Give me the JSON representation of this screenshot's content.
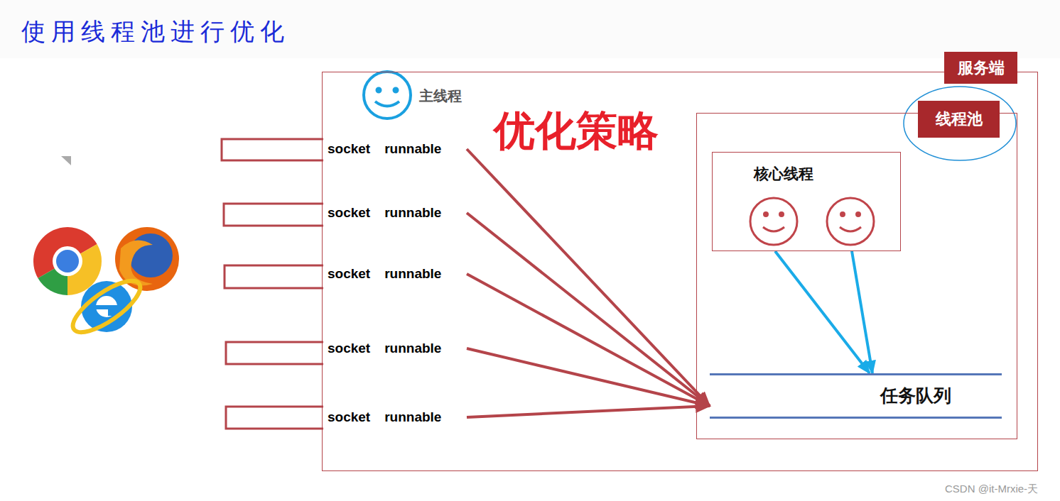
{
  "diagram": {
    "title": "使用线程池进行优化",
    "nodes": [
      {
        "text": [
          "服务端"
        ]
      },
      {
        "text": [
          "线程池"
        ],
        "in": 0
      },
      {
        "text": [
          "核心线程"
        ],
        "in": 1
      },
      {
        "text": [
          "任务队列"
        ],
        "in": 1
      },
      {
        "text": [
          "socket",
          "runnable"
        ],
        "in": 0
      },
      {
        "text": [
          "socket",
          "runnable"
        ],
        "in": 0
      },
      {
        "text": [
          "socket",
          "runnable"
        ],
        "in": 0
      },
      {
        "text": [
          "socket",
          "runnable"
        ],
        "in": 0
      },
      {
        "text": [
          "socket",
          "runnable"
        ],
        "in": 0
      }
    ],
    "edges": [
      {
        "from": 4,
        "to": 3,
        "arrow": "to"
      },
      {
        "from": 5,
        "to": 3,
        "arrow": "to"
      },
      {
        "from": 6,
        "to": 3,
        "arrow": "to"
      },
      {
        "from": 7,
        "to": 3,
        "arrow": "to"
      },
      {
        "from": 8,
        "to": 3,
        "arrow": "to"
      },
      {
        "from": 2,
        "to": 3,
        "arrow": "to"
      },
      {
        "from": 2,
        "to": 3,
        "arrow": "to"
      }
    ],
    "labels": [
      "主线程",
      "优化策略",
      "CSDN @it-Mrxie-天"
    ]
  }
}
